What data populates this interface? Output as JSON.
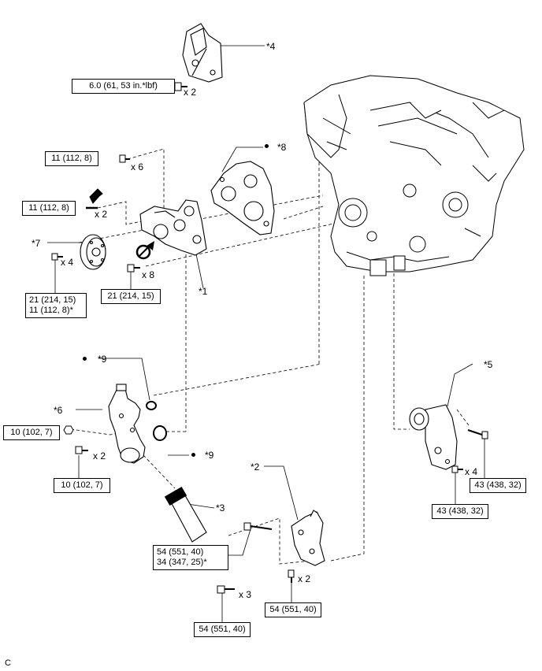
{
  "torques": {
    "bracket_bolt": "6.0 (61, 53 in.*lbf)",
    "bolt_top_left": "11 (112, 8)",
    "bolt_stud": "11 (112, 8)",
    "pulley_line1": "21 (214, 15)",
    "pulley_line2": "11 (112, 8)*",
    "pump_bolt": "21 (214, 15)",
    "nut_left": "10 (102, 7)",
    "bolt_left_bottom": "10 (102, 7)",
    "idler_right": "43 (438, 32)",
    "idler_bottom": "43 (438, 32)",
    "bracket_line1": "54 (551, 40)",
    "bracket_line2": "34 (347, 25)*",
    "bracket_bolt_bottom": "54 (551, 40)",
    "long_bolt": "54 (551, 40)"
  },
  "qty": {
    "x2_top": "x 2",
    "x6": "x 6",
    "x2_stud": "x 2",
    "x4_pulley": "x 4",
    "x8": "x 8",
    "x2_left": "x 2",
    "x4_idler": "x 4",
    "x2_bracket": "x 2",
    "x3": "x 3"
  },
  "callouts": {
    "c1": "*1",
    "c2": "*2",
    "c3": "*3",
    "c4": "*4",
    "c5": "*5",
    "c6": "*6",
    "c7": "*7",
    "c8": "*8",
    "c9a": "*9",
    "c9b": "*9"
  },
  "corner_letter": "C"
}
